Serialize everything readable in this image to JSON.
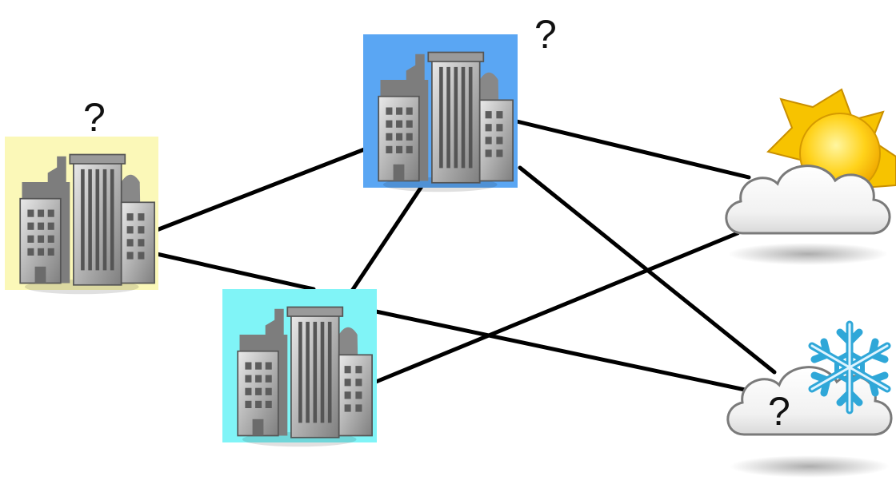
{
  "nodes": {
    "city_left": {
      "icon": "city-buildings-icon",
      "bg_color": "#fbf8b8",
      "label": "?"
    },
    "city_top": {
      "icon": "city-buildings-icon",
      "bg_color": "#5aa6f3",
      "label": "?"
    },
    "city_mid": {
      "icon": "city-buildings-icon",
      "bg_color": "#80f4f7",
      "label": ""
    },
    "weather_sun": {
      "icon": "sun-cloud-icon",
      "label": ""
    },
    "weather_snow": {
      "icon": "snow-cloud-icon",
      "label": "?"
    }
  },
  "edges": [
    [
      "city_left",
      "city_top"
    ],
    [
      "city_left",
      "city_mid"
    ],
    [
      "city_left",
      "weather_snow"
    ],
    [
      "city_top",
      "city_mid"
    ],
    [
      "city_top",
      "weather_sun"
    ],
    [
      "city_top",
      "weather_snow"
    ],
    [
      "city_mid",
      "weather_sun"
    ]
  ],
  "colors": {
    "edge": "#000000",
    "building": "#9a9a9a",
    "sun": "#f7c300",
    "snowflake": "#2fa7d8"
  }
}
